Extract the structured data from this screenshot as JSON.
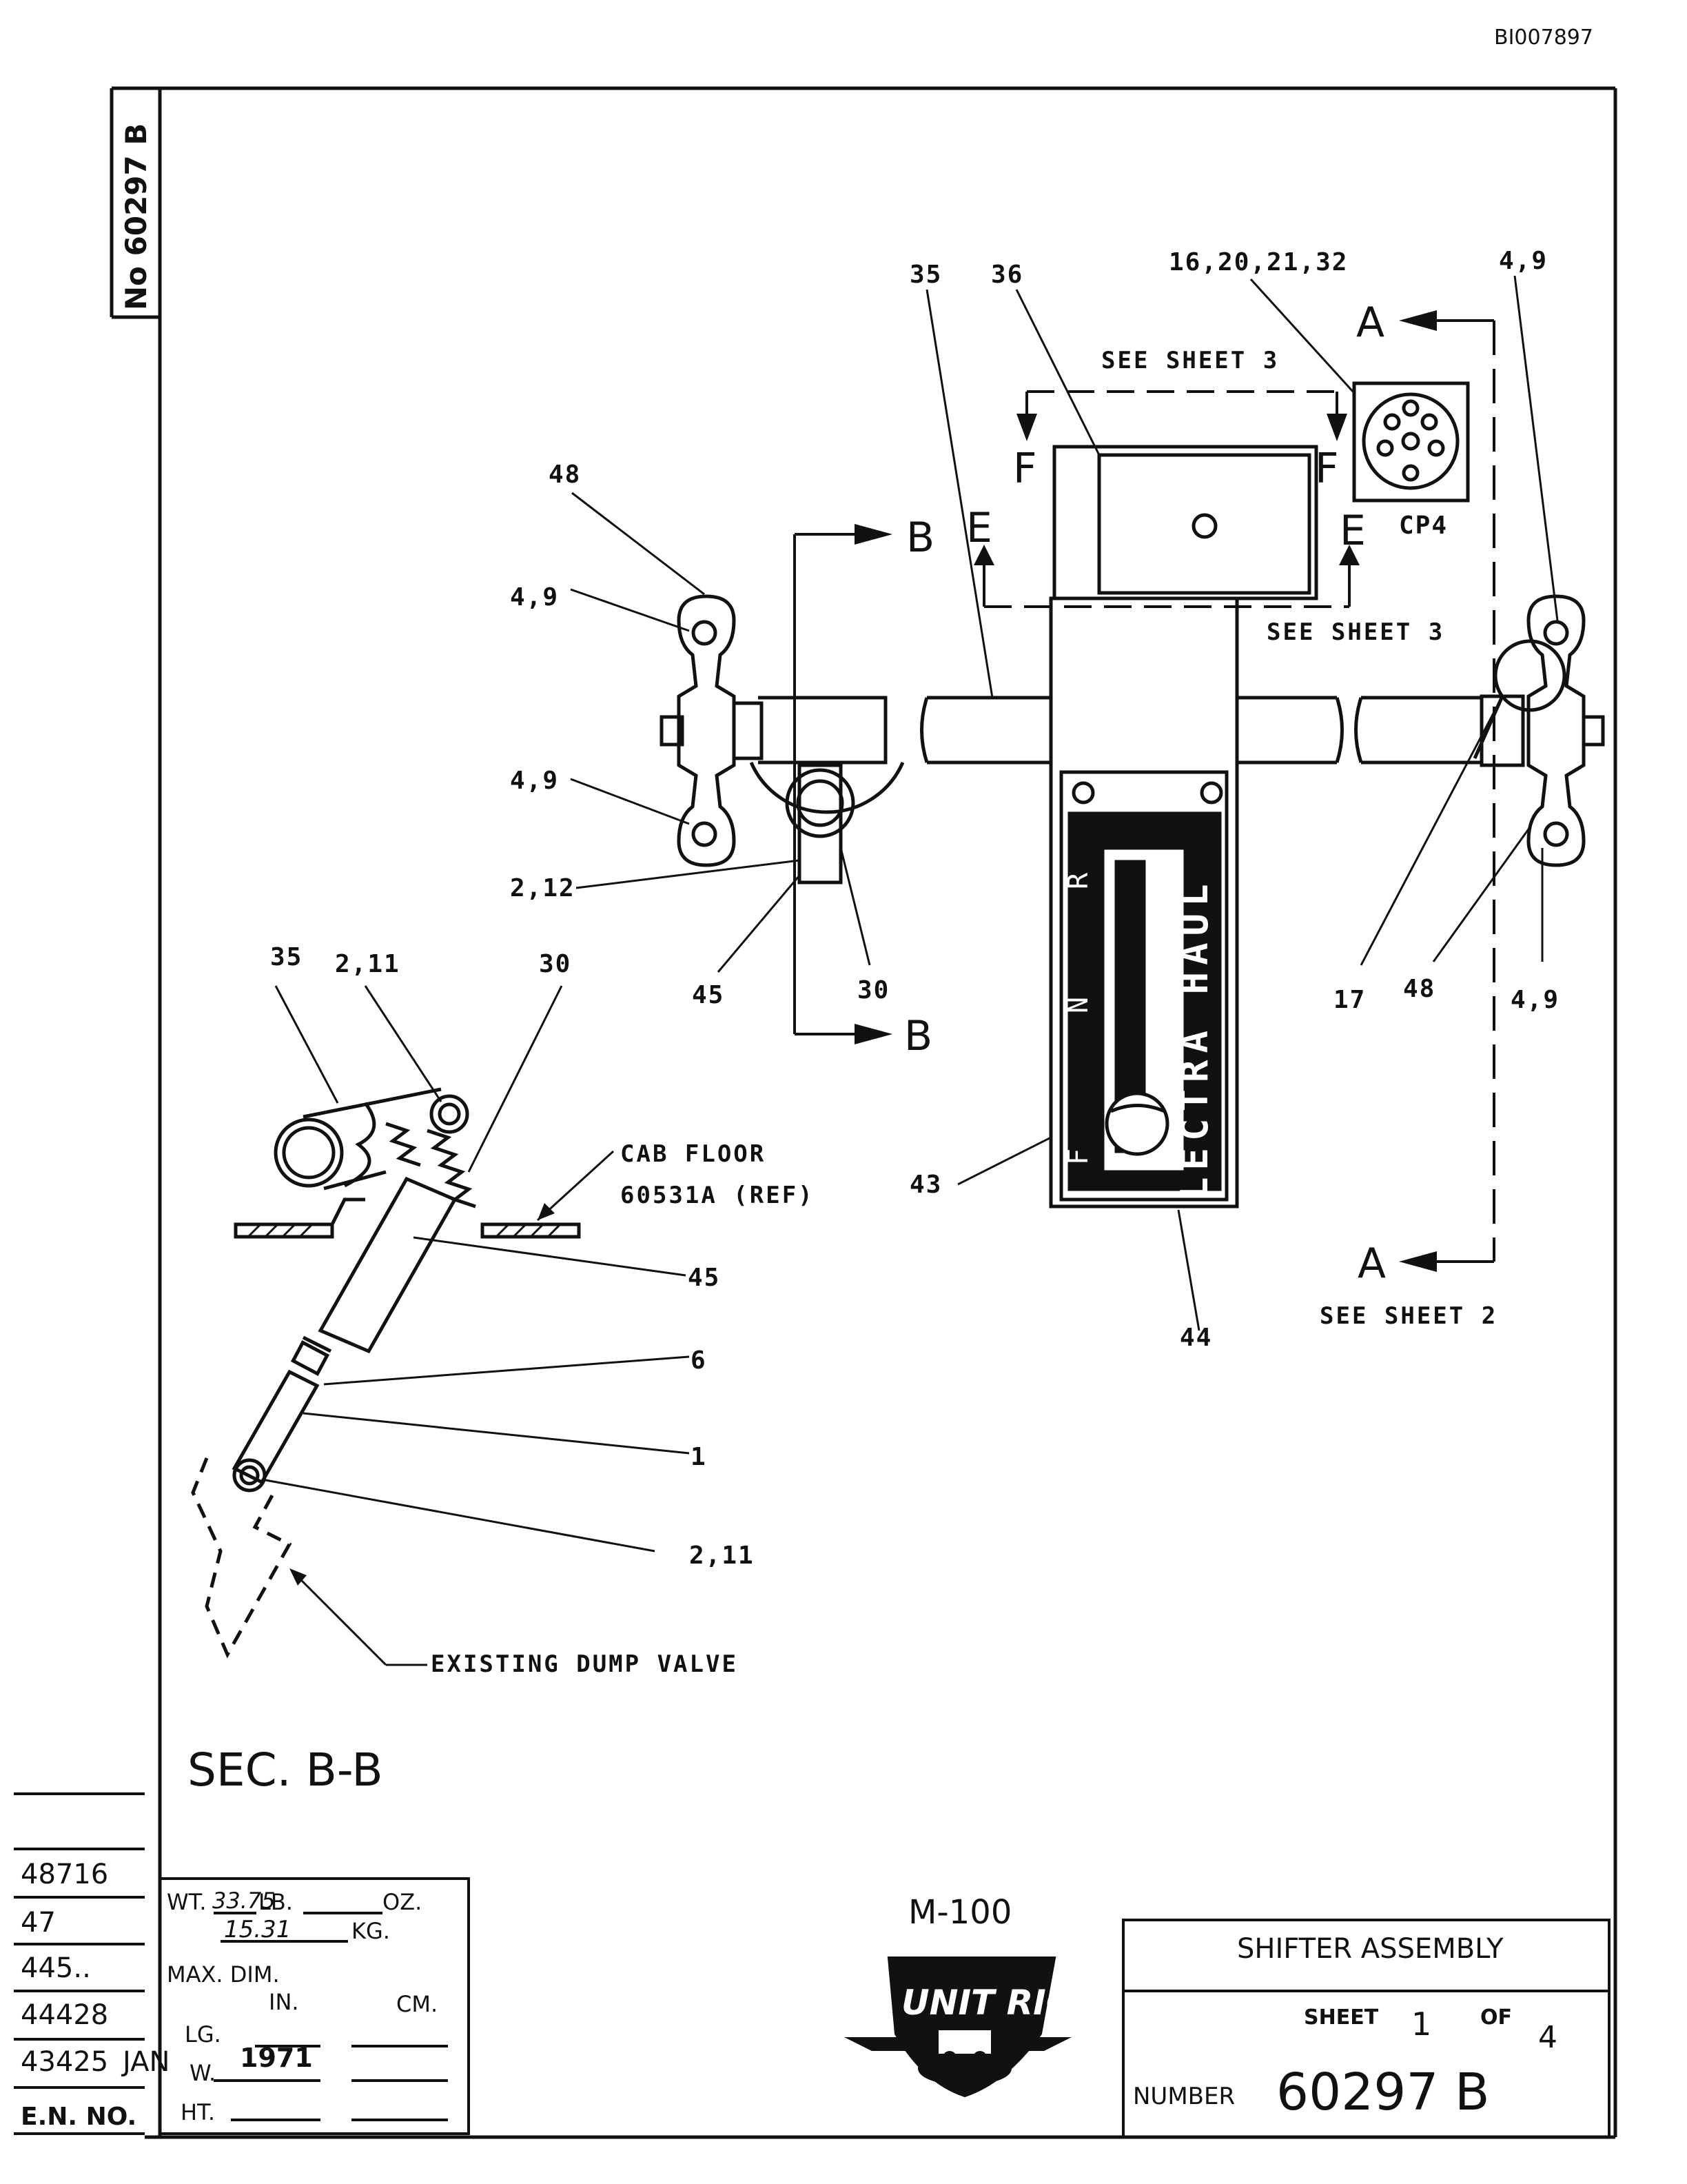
{
  "doc_id": "BI007897",
  "side_number": "No 60297 B",
  "section_title": "SEC. B-B",
  "model": "M-100",
  "logo_text": "UNIT RIG",
  "shifter_label": "LECTRA HAUL",
  "gear_letters": [
    "F",
    "N",
    "R"
  ],
  "connector_label": "CP4",
  "section_letters": {
    "a": "A",
    "b": "B",
    "e": "E",
    "f": "F"
  },
  "notes": {
    "see_sheet3_top": "SEE SHEET 3",
    "see_sheet3_mid": "SEE SHEET 3",
    "see_sheet2": "SEE SHEET 2",
    "cab_floor_1": "CAB FLOOR",
    "cab_floor_2": "60531A (REF)",
    "dump_valve": "EXISTING DUMP VALVE"
  },
  "callouts": {
    "c35_top": "35",
    "c36": "36",
    "c16": "16,20,21,32",
    "c49_tr": "4,9",
    "c48_l": "48",
    "c49_l1": "4,9",
    "c49_l2": "4,9",
    "c212": "2,12",
    "c45_m": "45",
    "c30_m": "30",
    "c17": "17",
    "c48_r": "48",
    "c49_r2": "4,9",
    "c43": "43",
    "c44": "44",
    "c35_s": "35",
    "c211_s": "2,11",
    "c30_s": "30",
    "c45_s": "45",
    "c6": "6",
    "c1": "1",
    "c211_b": "2,11"
  },
  "revisions": {
    "rows": [
      "48716",
      "47",
      "445..",
      "44428",
      "43425"
    ],
    "header": "E.N. NO.",
    "date_note": "JAN",
    "year_note": "1971"
  },
  "weight_box": {
    "wt_label": "WT.",
    "wt_lb_value": "33.75",
    "lb_label": "LB.",
    "oz_label": "OZ.",
    "kg_value": "15.31",
    "kg_label": "KG.",
    "maxdim_label": "MAX. DIM.",
    "in_label": "IN.",
    "cm_label": "CM.",
    "lg_label": "LG.",
    "w_label": "W.",
    "ht_label": "HT."
  },
  "title_block": {
    "title": "SHIFTER ASSEMBLY",
    "sheet_label": "SHEET",
    "sheet_number": "1",
    "of_label": "OF",
    "sheet_total": "4",
    "number_label": "NUMBER",
    "drawing_number": "60297 B"
  }
}
